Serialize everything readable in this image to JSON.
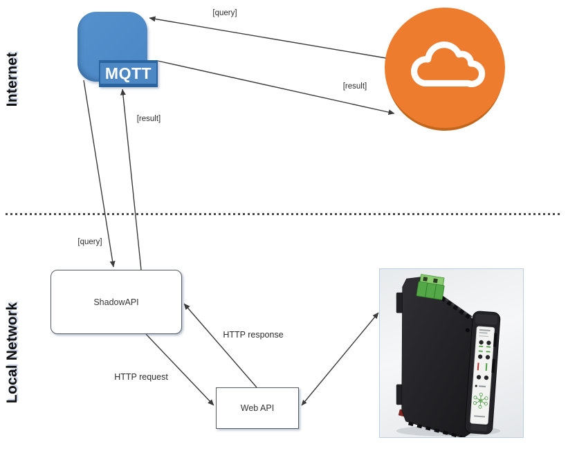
{
  "diagram": {
    "zones": {
      "internet": "Internet",
      "local_network": "Local Network"
    },
    "nodes": {
      "mqtt_broker": {
        "label": "MQTT",
        "color": "#4d88c5",
        "accent": "#2a649e"
      },
      "cloud_service": {
        "icon": "cloud-icon",
        "color": "#ee7c2f",
        "shadow_color": "#c2661c"
      },
      "shadow_api": {
        "label": "ShadowAPI"
      },
      "web_api": {
        "label": "Web API"
      },
      "gateway_device": {
        "icon": "din-rail-gateway-device-photo",
        "body_color": "#1f1f23",
        "connector_color": "#54a847"
      }
    },
    "edges": [
      {
        "id": "cloud-to-mqtt",
        "label": "[query]"
      },
      {
        "id": "mqtt-to-cloud",
        "label": "[result]"
      },
      {
        "id": "mqtt-to-shadowapi",
        "label": "[query]"
      },
      {
        "id": "shadowapi-to-mqtt",
        "label": "[result]"
      },
      {
        "id": "shadowapi-to-webapi",
        "label": "HTTP request"
      },
      {
        "id": "webapi-to-shadowapi",
        "label": "HTTP response"
      },
      {
        "id": "webapi-to-device",
        "label": ""
      }
    ],
    "colors": {
      "line": "#3a3a3a",
      "separator": "#474747"
    }
  }
}
